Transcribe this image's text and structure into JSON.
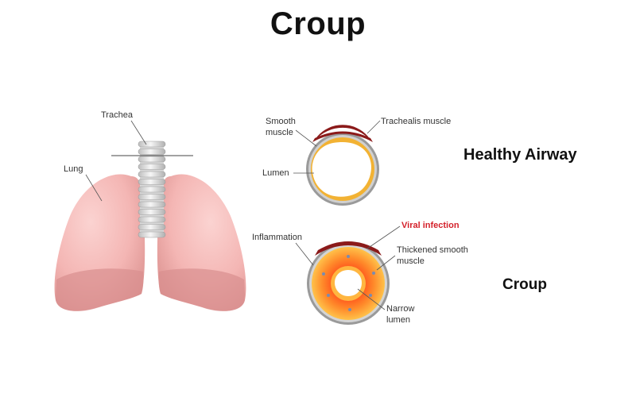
{
  "title": "Croup",
  "lungs": {
    "trachea_label": "Trachea",
    "lung_label": "Lung"
  },
  "healthy": {
    "caption": "Healthy Airway",
    "labels": {
      "smooth_muscle_line1": "Smooth",
      "smooth_muscle_line2": "muscle",
      "trachealis_muscle": "Trachealis muscle",
      "lumen": "Lumen"
    }
  },
  "croup": {
    "caption": "Croup",
    "labels": {
      "viral_infection": "Viral infection",
      "inflammation": "Inflammation",
      "thickened_line1": "Thickened smooth",
      "thickened_line2": "muscle",
      "narrow_line1": "Narrow",
      "narrow_line2": "lumen"
    }
  },
  "colors": {
    "lung_fill": "#f4b6b4",
    "lung_shadow": "#d98c8c",
    "trachea_ring": "#e6e6e6",
    "airway_wall": "#f2b233",
    "trachealis": "#8b1a1a",
    "inflammation_outer": "#ff9a2e",
    "inflammation_inner": "#ff5a1e",
    "viral_text": "#d4202a"
  }
}
